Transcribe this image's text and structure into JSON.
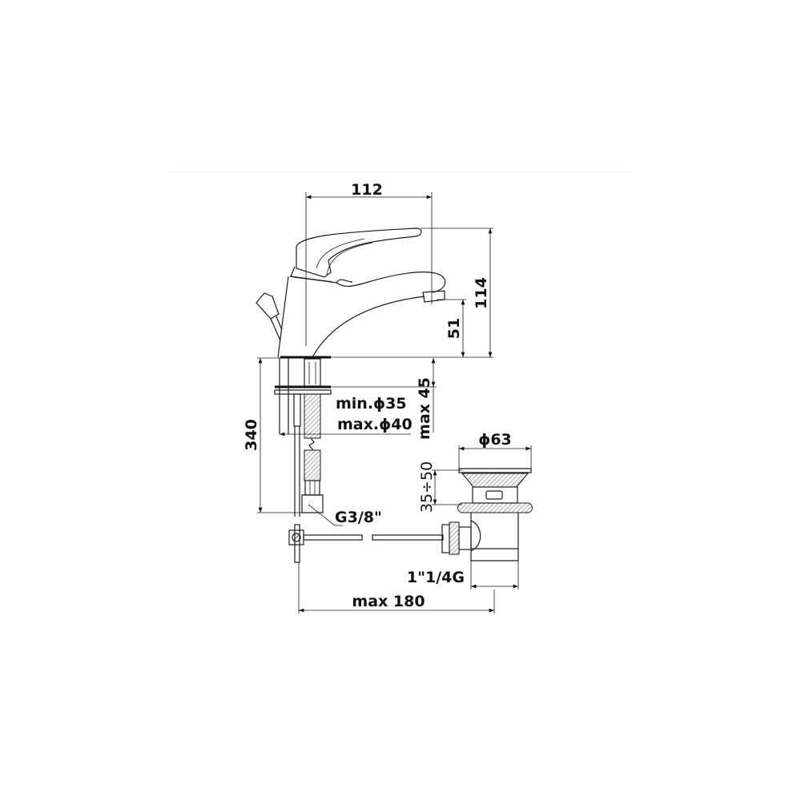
{
  "drawing": {
    "dimensions": {
      "width_total": "112",
      "height_total": "114",
      "spout_height": "51",
      "hose_length": "340",
      "hole_min": "min.ϕ35",
      "hole_max": "max.ϕ40",
      "deck_thickness": "max 45",
      "hose_thread": "G3/8\"",
      "waste_diameter": "ϕ63",
      "waste_thickness": "35÷50",
      "waste_thread": "1\"1/4G",
      "rod_length": "max 180"
    },
    "colors": {
      "line": "#1a1a1a",
      "background": "#ffffff"
    }
  }
}
